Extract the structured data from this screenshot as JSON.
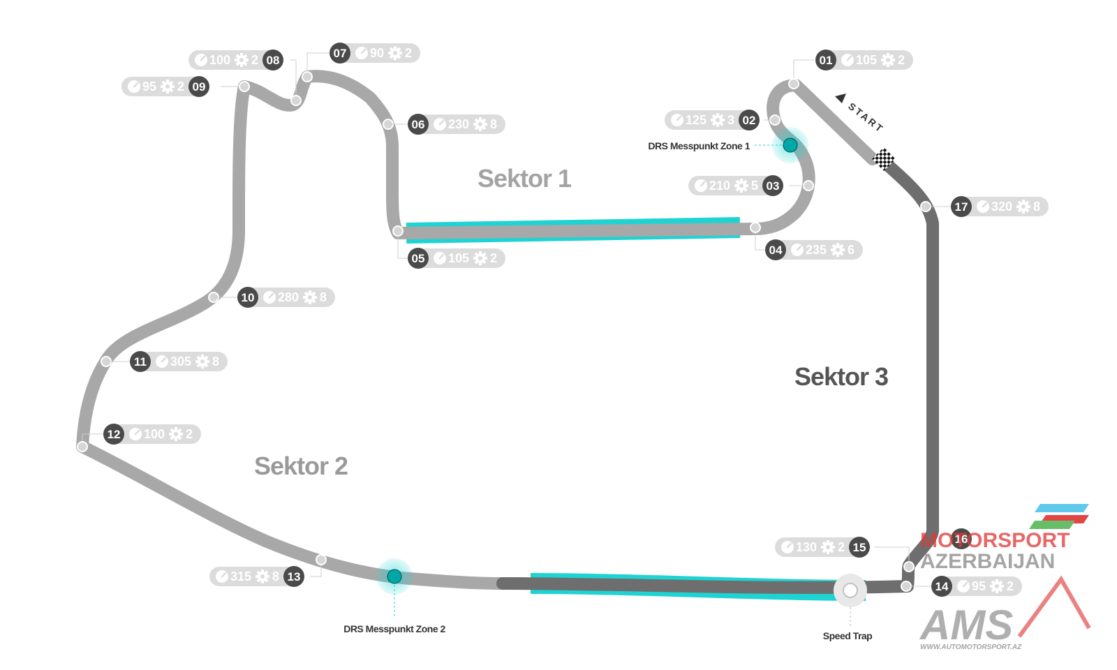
{
  "colors": {
    "track_light": "#a8a8a8",
    "track_dark": "#6e6e6e",
    "drs_zone": "#1fd3d3",
    "drs_point": "#00a7a7",
    "pill_bg": "#dcdcdc",
    "pill_text": "#ffffff",
    "badge_bg": "#4a4a4a",
    "sector1_text": "#a3a3a3",
    "sector2_text": "#9a9a9a",
    "sector3_text": "#555555"
  },
  "sectors": [
    {
      "label": "Sektor 1"
    },
    {
      "label": "Sektor 2"
    },
    {
      "label": "Sektor 3"
    }
  ],
  "corners": [
    {
      "number": "01",
      "speed": "105",
      "gear": "2"
    },
    {
      "number": "02",
      "speed": "125",
      "gear": "3"
    },
    {
      "number": "03",
      "speed": "210",
      "gear": "5"
    },
    {
      "number": "04",
      "speed": "235",
      "gear": "6"
    },
    {
      "number": "05",
      "speed": "105",
      "gear": "2"
    },
    {
      "number": "06",
      "speed": "230",
      "gear": "8"
    },
    {
      "number": "07",
      "speed": "90",
      "gear": "2"
    },
    {
      "number": "08",
      "speed": "100",
      "gear": "2"
    },
    {
      "number": "09",
      "speed": "95",
      "gear": "2"
    },
    {
      "number": "10",
      "speed": "280",
      "gear": "8"
    },
    {
      "number": "11",
      "speed": "305",
      "gear": "8"
    },
    {
      "number": "12",
      "speed": "100",
      "gear": "2"
    },
    {
      "number": "13",
      "speed": "315",
      "gear": "8"
    },
    {
      "number": "14",
      "speed": "95",
      "gear": "2"
    },
    {
      "number": "15",
      "speed": "130",
      "gear": "2"
    },
    {
      "number": "16",
      "speed": "",
      "gear": ""
    },
    {
      "number": "17",
      "speed": "320",
      "gear": "8"
    }
  ],
  "labels": {
    "drs1": "DRS Messpunkt Zone 1",
    "drs2": "DRS Messpunkt Zone 2",
    "speed_trap": "Speed Trap",
    "start": "START"
  },
  "icons": {
    "speed": "speedometer-icon",
    "gear": "gear-icon",
    "start": "checkered-flag-icon"
  },
  "logo": {
    "line1": "MOTORSPORT",
    "line2": "AZERBAIJAN",
    "line3": "AMS",
    "url": "WWW.AUTOMOTORSPORT.AZ"
  }
}
